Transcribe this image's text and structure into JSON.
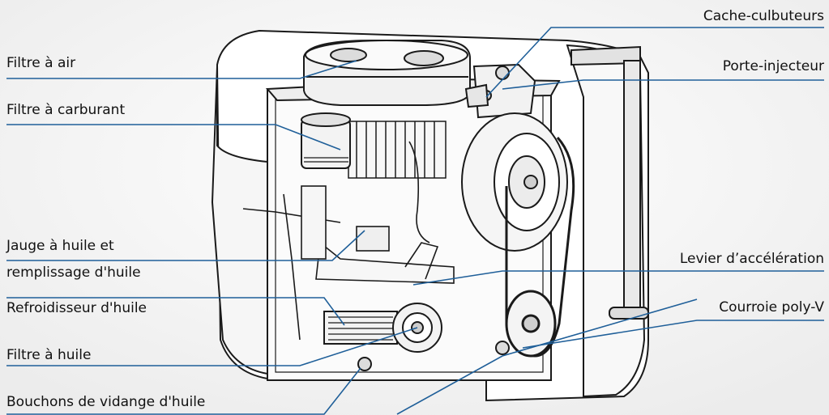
{
  "diagram": {
    "accent_color": "#1f5f99",
    "labels": {
      "air_filter": "Filtre à air",
      "fuel_filter": "Filtre à carburant",
      "dipstick_line1": "Jauge à huile et",
      "dipstick_line2": "remplissage d'huile",
      "oil_cooler": "Refroidisseur d'huile",
      "oil_filter": "Filtre à huile",
      "drain_plugs": "Bouchons de vidange d'huile",
      "rocker_cover": "Cache-culbuteurs",
      "injector_holder": "Porte-injecteur",
      "throttle_lever": "Levier d’accélération",
      "poly_v_belt": "Courroie poly-V"
    }
  }
}
